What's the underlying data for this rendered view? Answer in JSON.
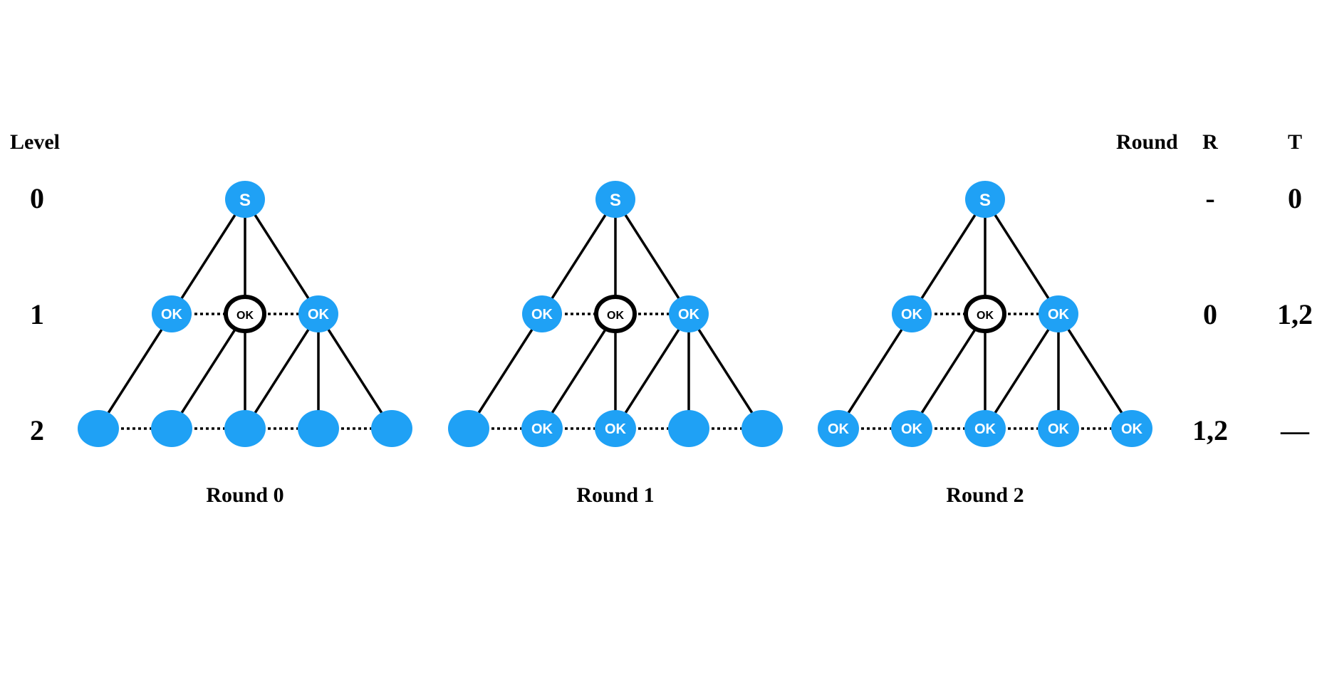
{
  "level_header": "Level",
  "levels": [
    "0",
    "1",
    "2"
  ],
  "table": {
    "headers": {
      "round": "Round",
      "r": "R",
      "t": "T"
    },
    "rows": [
      {
        "r": "-",
        "t": "0"
      },
      {
        "r": "0",
        "t": "1,2"
      },
      {
        "r": "1,2",
        "t": "—"
      }
    ]
  },
  "colors": {
    "node": "#1fa1f5",
    "node_text": "#ffffff",
    "outline": "#000000"
  },
  "rounds": [
    {
      "label": "Round 0",
      "nodes": {
        "s": {
          "text": "S",
          "style": "blue"
        },
        "l1a": {
          "text": "OK",
          "style": "blue"
        },
        "l1b": {
          "text": "OK",
          "style": "white"
        },
        "l1c": {
          "text": "OK",
          "style": "blue"
        },
        "l2a": {
          "text": "",
          "style": "blue"
        },
        "l2b": {
          "text": "",
          "style": "blue"
        },
        "l2c": {
          "text": "",
          "style": "blue"
        },
        "l2d": {
          "text": "",
          "style": "blue"
        },
        "l2e": {
          "text": "",
          "style": "blue"
        }
      }
    },
    {
      "label": "Round 1",
      "nodes": {
        "s": {
          "text": "S",
          "style": "blue"
        },
        "l1a": {
          "text": "OK",
          "style": "blue"
        },
        "l1b": {
          "text": "OK",
          "style": "white"
        },
        "l1c": {
          "text": "OK",
          "style": "blue"
        },
        "l2a": {
          "text": "",
          "style": "blue"
        },
        "l2b": {
          "text": "OK",
          "style": "blue"
        },
        "l2c": {
          "text": "OK",
          "style": "blue"
        },
        "l2d": {
          "text": "",
          "style": "blue"
        },
        "l2e": {
          "text": "",
          "style": "blue"
        }
      }
    },
    {
      "label": "Round 2",
      "nodes": {
        "s": {
          "text": "S",
          "style": "blue"
        },
        "l1a": {
          "text": "OK",
          "style": "blue"
        },
        "l1b": {
          "text": "OK",
          "style": "white"
        },
        "l1c": {
          "text": "OK",
          "style": "blue"
        },
        "l2a": {
          "text": "OK",
          "style": "blue"
        },
        "l2b": {
          "text": "OK",
          "style": "blue"
        },
        "l2c": {
          "text": "OK",
          "style": "blue"
        },
        "l2d": {
          "text": "OK",
          "style": "blue"
        },
        "l2e": {
          "text": "OK",
          "style": "blue"
        }
      }
    }
  ]
}
